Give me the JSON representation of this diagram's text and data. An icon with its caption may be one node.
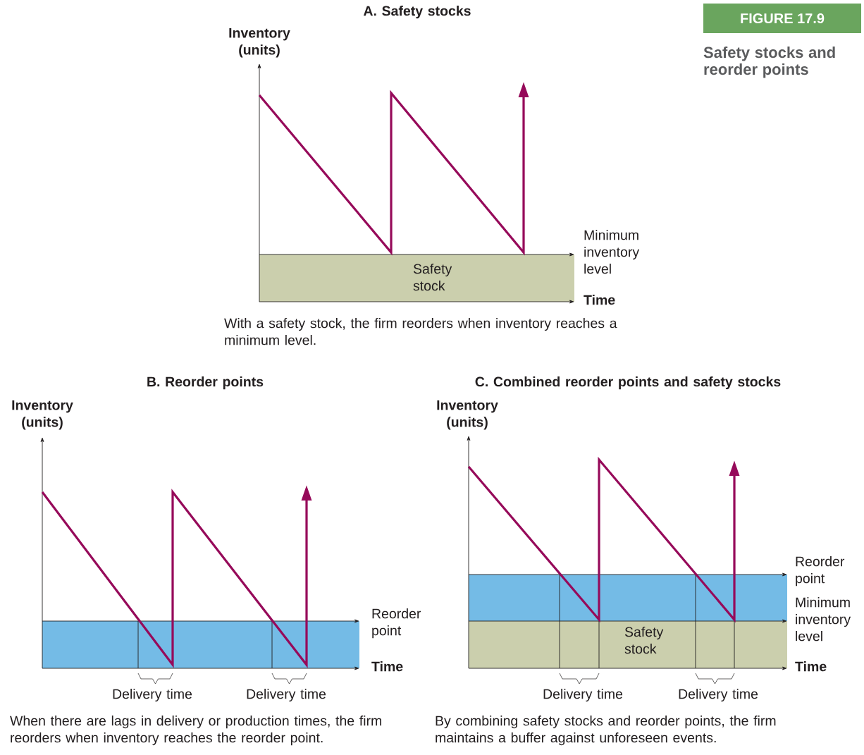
{
  "diagram": {
    "title": "Safety stocks and reorder points",
    "labels": [
      "A. Safety stocks",
      "FIGURE 17.9",
      "Inventory (units)",
      "Minimum inventory level",
      "Safety stock",
      "Time",
      "With a safety stock, the firm reorders when inventory reaches a minimum level.",
      "B. Reorder points",
      "C. Combined reorder points and safety stocks",
      "Inventory (units)",
      "Inventory (units)",
      "Reorder point",
      "Time",
      "Delivery time",
      "Delivery time",
      "Reorder point",
      "Minimum inventory level",
      "Safety stock",
      "Time",
      "Delivery time",
      "Delivery time",
      "When there are lags in delivery or production times, the firm reorders when inventory reaches the reorder point.",
      "By combining safety stocks and reorder points, the firm maintains a buffer against unforeseen events."
    ]
  }
}
